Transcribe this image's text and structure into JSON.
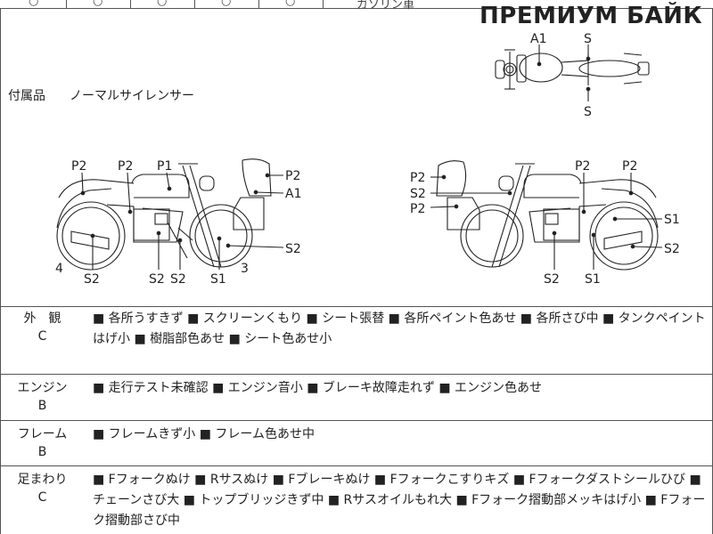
{
  "top_cells": [
    "○",
    "○",
    "○",
    "○",
    "○",
    "ガソリン車"
  ],
  "watermark": "ПРЕМИУМ БАЙК",
  "accessories": {
    "label": "付属品",
    "value": "ノーマルサイレンサー"
  },
  "top_view_labels": {
    "a1": "A1",
    "s_top": "S",
    "s_bottom": "S"
  },
  "left_view_labels": {
    "p2a": "P2",
    "p2b": "P2",
    "p1": "P1",
    "p2c": "P2",
    "a1": "A1",
    "s2a": "S2",
    "s2b": "S2",
    "s2c": "S2",
    "s1": "S1",
    "s2d": "S2",
    "n4": "4",
    "n3": "3"
  },
  "right_view_labels": {
    "p2a": "P2",
    "s2a": "S2",
    "p2b": "P2",
    "p2c": "P2",
    "p2d": "P2",
    "s1a": "S1",
    "s2b": "S2",
    "s2c": "S2",
    "s1b": "S1"
  },
  "sections": [
    {
      "title": "外　観",
      "grade": "C",
      "text": "■ 各所うすきず ■ スクリーンくもり ■ シート張替 ■ 各所ペイント色あせ ■ 各所さび中 ■ タンクペイントはげ小 ■ 樹脂部色あせ ■ シート色あせ小"
    },
    {
      "title": "エンジン",
      "grade": "B",
      "text": "■ 走行テスト未確認 ■ エンジン音小 ■ ブレーキ故障走れず ■ エンジン色あせ"
    },
    {
      "title": "フレーム",
      "grade": "B",
      "text": "■ フレームきず小 ■ フレーム色あせ中"
    },
    {
      "title": "足まわり",
      "grade": "C",
      "text": "■ Fフォークぬけ ■ Rサスぬけ ■ Fブレーキぬけ ■ Fフォークこすりキズ ■ Fフォークダストシールひび ■ チェーンさび大 ■ トップブリッジきず中 ■ Rサスオイルもれ大 ■ Fフォーク摺動部メッキはげ小 ■ Fフォーク摺動部さび中"
    }
  ]
}
